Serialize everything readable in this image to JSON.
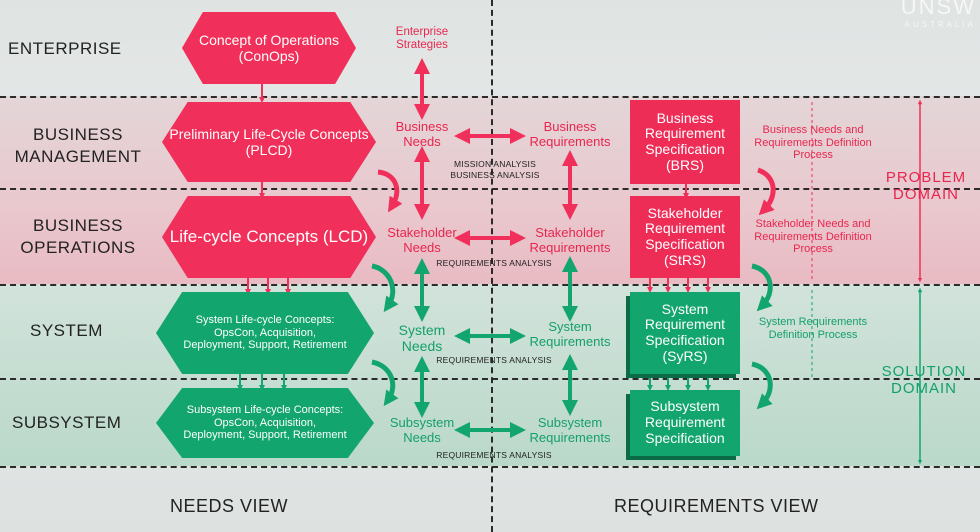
{
  "rows": {
    "enterprise": "ENTERPRISE",
    "business_management": "BUSINESS MANAGEMENT",
    "business_operations": "BUSINESS OPERATIONS",
    "system": "SYSTEM",
    "subsystem": "SUBSYSTEM"
  },
  "views": {
    "needs": "NEEDS VIEW",
    "requirements": "REQUIREMENTS VIEW"
  },
  "needs_hexagons": {
    "conops": "Concept of Operations (ConOps)",
    "plcd": "Preliminary Life-Cycle Concepts (PLCD)",
    "lcd": "Life-cycle Concepts (LCD)",
    "system_lc": "System Life-cycle Concepts: OpsCon, Acquisition, Deployment, Support, Retirement",
    "subsystem_lc": "Subsystem Life-cycle Concepts: OpsCon, Acquisition, Deployment, Support, Retirement"
  },
  "needs_labels": {
    "enterprise_strategies": "Enterprise Strategies",
    "business_needs": "Business Needs",
    "stakeholder_needs": "Stakeholder Needs",
    "system_needs": "System Needs",
    "subsystem_needs": "Subsystem Needs"
  },
  "requirement_labels": {
    "business": "Business Requirements",
    "stakeholder": "Stakeholder Requirements",
    "system": "System Requirements",
    "subsystem": "Subsystem Requirements"
  },
  "analyses": {
    "mission": "MISSION ANALYSIS",
    "business": "BUSINESS ANALYSIS",
    "requirements_1": "REQUIREMENTS ANALYSIS",
    "requirements_2": "REQUIREMENTS ANALYSIS",
    "requirements_3": "REQUIREMENTS ANALYSIS"
  },
  "specs": {
    "brs": "Business Requirement Specification (BRS)",
    "strs": "Stakeholder Requirement Specification (StRS)",
    "syrs": "System Requirement Specification (SyRS)",
    "subsystem": "Subsystem Requirement Specification"
  },
  "processes": {
    "business": "Business Needs and Requirements Definition Process",
    "stakeholder": "Stakeholder Needs and Requirements Definition Process",
    "system": "System Requirements Definition Process"
  },
  "domains": {
    "problem": "PROBLEM DOMAIN",
    "solution": "SOLUTION DOMAIN"
  },
  "logo": {
    "main": "UNSW",
    "sub": "AUSTRALIA"
  },
  "colors": {
    "red": "#f0305a",
    "green": "#12a56e",
    "dark_green": "#0b6b46",
    "line": "#2b2b2b"
  }
}
